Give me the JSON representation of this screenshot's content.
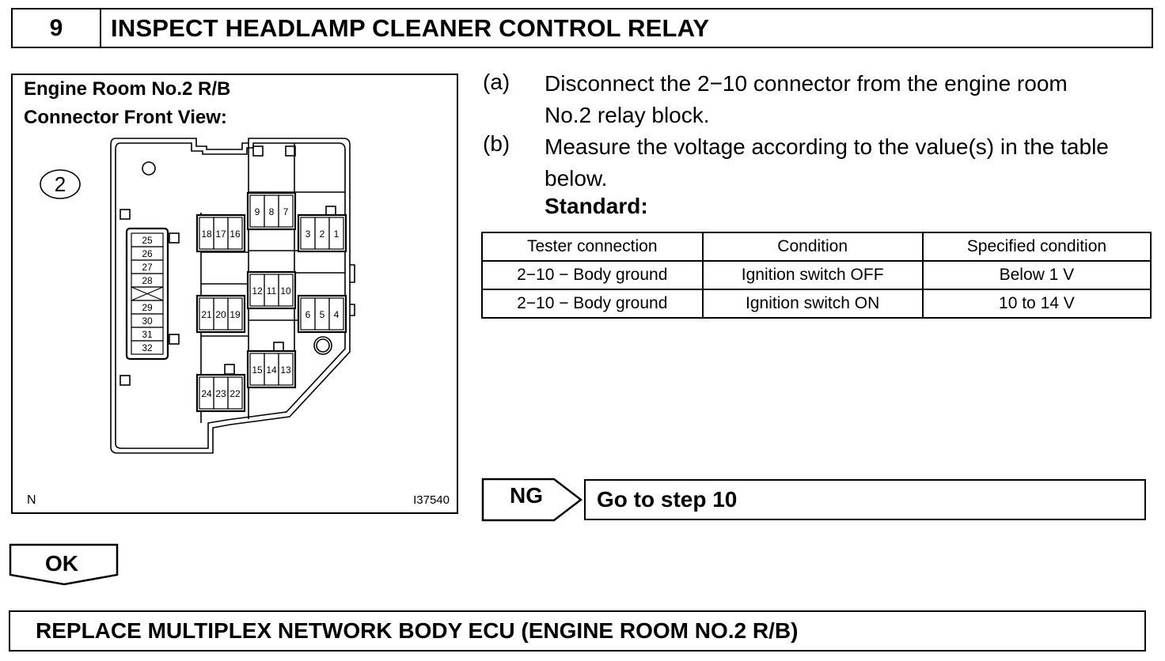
{
  "step": {
    "number": "9",
    "title": "INSPECT HEADLAMP CLEANER CONTROL RELAY"
  },
  "diagram": {
    "title_line1": "Engine Room No.2 R/B",
    "title_line2": "Connector Front View:",
    "connector_callout": "2",
    "corner_label": "N",
    "figure_id": "I37540",
    "terminal_groups": {
      "g_9_8_7": [
        "9",
        "8",
        "7"
      ],
      "g_18_17_16": [
        "18",
        "17",
        "16"
      ],
      "g_3_2_1": [
        "3",
        "2",
        "1"
      ],
      "g_12_11_10": [
        "12",
        "11",
        "10"
      ],
      "g_21_20_19": [
        "21",
        "20",
        "19"
      ],
      "g_6_5_4": [
        "6",
        "5",
        "4"
      ],
      "g_15_14_13": [
        "15",
        "14",
        "13"
      ],
      "g_24_23_22": [
        "24",
        "23",
        "22"
      ],
      "left_column": [
        "25",
        "26",
        "27",
        "28",
        "29",
        "30",
        "31",
        "32"
      ]
    }
  },
  "instructions": {
    "a_letter": "(a)",
    "a_line1": "Disconnect the 2−10 connector from the engine room",
    "a_line2": "No.2 relay block.",
    "b_letter": "(b)",
    "b_line1": "Measure the voltage according to the value(s) in the table",
    "b_line2": "below.",
    "standard": "Standard:"
  },
  "table": {
    "headers": [
      "Tester connection",
      "Condition",
      "Specified condition"
    ],
    "rows": [
      [
        "2−10 − Body ground",
        "Ignition switch OFF",
        "Below 1 V"
      ],
      [
        "2−10 − Body ground",
        "Ignition switch ON",
        "10 to 14 V"
      ]
    ]
  },
  "ng": {
    "label": "NG",
    "target": "Go to step 10"
  },
  "ok": {
    "label": "OK"
  },
  "final_action": "REPLACE MULTIPLEX NETWORK BODY ECU (ENGINE ROOM NO.2 R/B)"
}
